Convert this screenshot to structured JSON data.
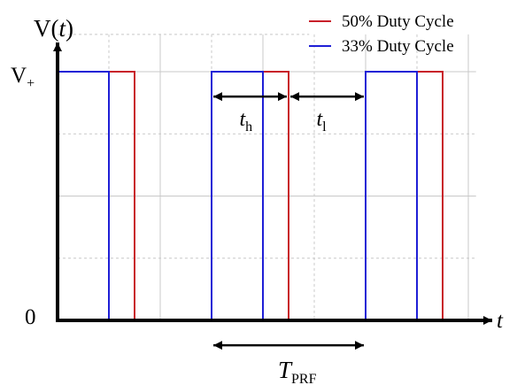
{
  "chart_data": {
    "type": "line",
    "step": true,
    "grid": true,
    "legend_position": "top-right",
    "y_axis": {
      "label_main": "V(",
      "label_var": "t",
      "label_close": ")"
    },
    "x_axis": {
      "label": "t"
    },
    "y_ticks": {
      "high_main": "V",
      "high_sub": "+",
      "low": "0"
    },
    "x_range": [
      0,
      8.1
    ],
    "y_range": [
      0,
      1.25
    ],
    "x_grid": [
      1,
      2,
      3,
      4,
      5,
      6,
      7,
      8
    ],
    "y_grid": [
      0.25,
      0.5,
      0.75,
      1.0
    ],
    "series": [
      {
        "name": "50% Duty Cycle",
        "color": "#c8202a",
        "x": [
          0,
          1.5,
          1.5,
          3,
          3,
          4.5,
          4.5,
          6,
          6,
          7.5,
          7.5,
          8.1
        ],
        "y": [
          1,
          1,
          0,
          0,
          1,
          1,
          0,
          0,
          1,
          1,
          0,
          0
        ]
      },
      {
        "name": "33% Duty Cycle",
        "color": "#1f1fd6",
        "x": [
          0,
          1,
          1,
          3,
          3,
          4,
          4,
          6,
          6,
          7,
          7,
          8.1
        ],
        "y": [
          1,
          1,
          0,
          0,
          1,
          1,
          0,
          0,
          1,
          1,
          0,
          0
        ]
      }
    ],
    "annotations": [
      {
        "main": "t",
        "sub": "h",
        "from": 3,
        "to": 4.5,
        "level": 0.9
      },
      {
        "main": "t",
        "sub": "l",
        "from": 4.5,
        "to": 6,
        "level": 0.9
      },
      {
        "main": "T",
        "sub": "PRF",
        "from": 3,
        "to": 6,
        "level": -0.1
      }
    ]
  }
}
